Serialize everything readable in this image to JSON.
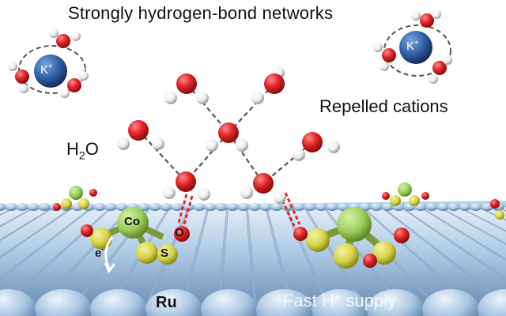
{
  "labels": {
    "title": "Strongly hydrogen-bond networks",
    "repelled": "Repelled cations",
    "water_main": "H",
    "water_sub": "2",
    "water_tail": "O",
    "cation_left": "K",
    "cation_right": "K",
    "cation_sup": "+",
    "cobalt": "Co",
    "oxygen": "O",
    "sulfur": "S",
    "electron": "e",
    "electron_sup": "-",
    "ruthenium": "Ru",
    "fast_supply": "Fast H* supply"
  },
  "colors": {
    "oxygen_red": "#e3262a",
    "hydrogen_white": "#f2f2f2",
    "potassium_blue": "#2e5fa6",
    "cobalt_green": "#9ccf5a",
    "sulfur_yellow": "#d6d44a",
    "surface_blue": "#9fc0dd",
    "hbond_gray": "#555555"
  }
}
